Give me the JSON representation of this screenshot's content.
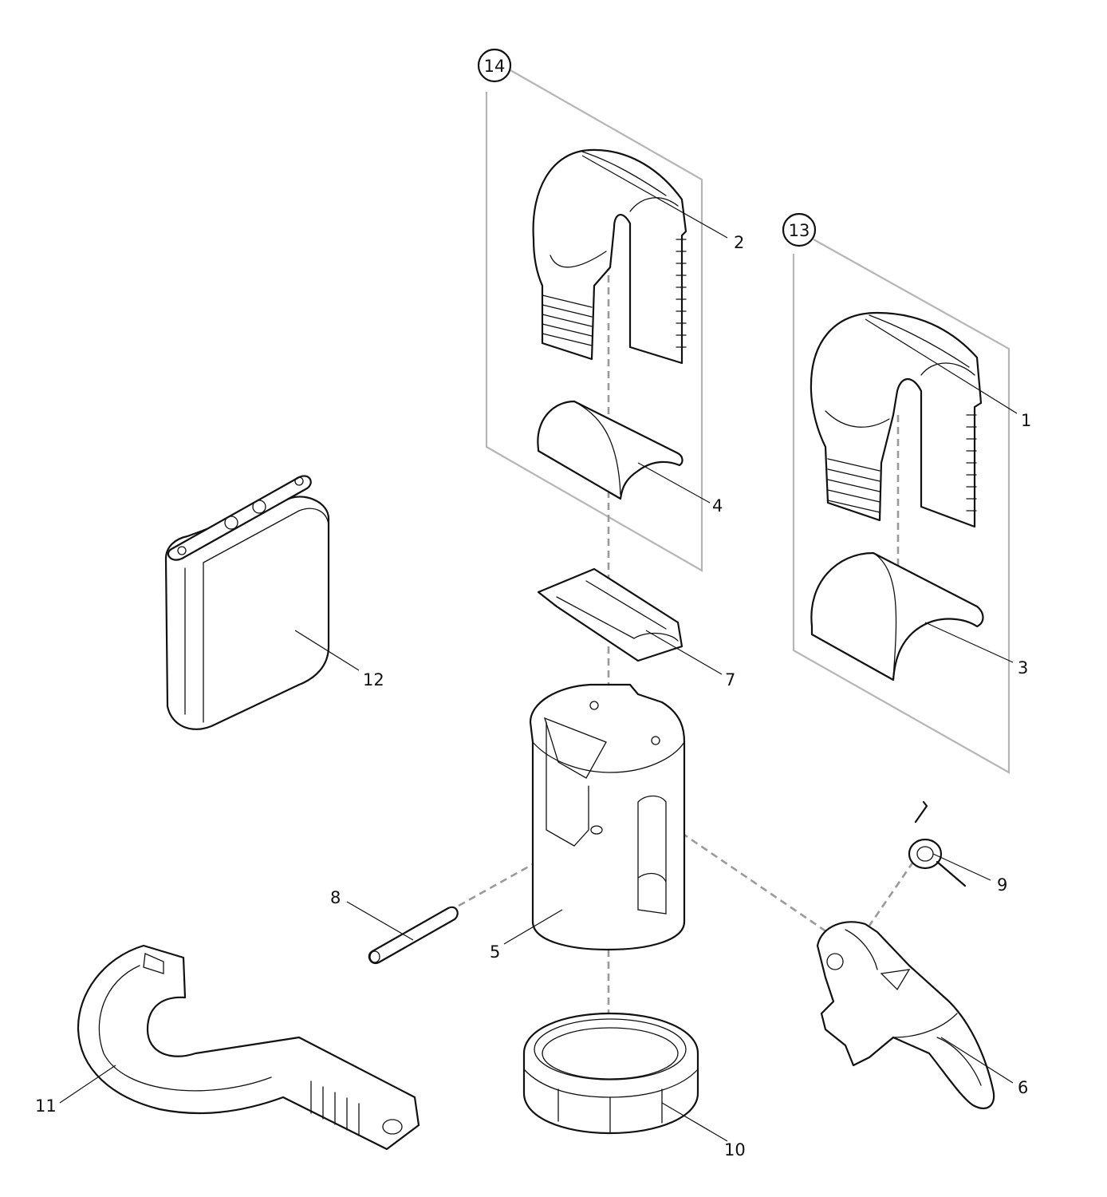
{
  "diagram": {
    "callouts": [
      {
        "id": "1",
        "label": "1"
      },
      {
        "id": "2",
        "label": "2"
      },
      {
        "id": "3",
        "label": "3"
      },
      {
        "id": "4",
        "label": "4"
      },
      {
        "id": "5",
        "label": "5"
      },
      {
        "id": "6",
        "label": "6"
      },
      {
        "id": "7",
        "label": "7"
      },
      {
        "id": "8",
        "label": "8"
      },
      {
        "id": "9",
        "label": "9"
      },
      {
        "id": "10",
        "label": "10"
      },
      {
        "id": "11",
        "label": "11"
      },
      {
        "id": "12",
        "label": "12"
      }
    ],
    "kits": [
      {
        "id": "13",
        "label": "13"
      },
      {
        "id": "14",
        "label": "14"
      }
    ]
  }
}
